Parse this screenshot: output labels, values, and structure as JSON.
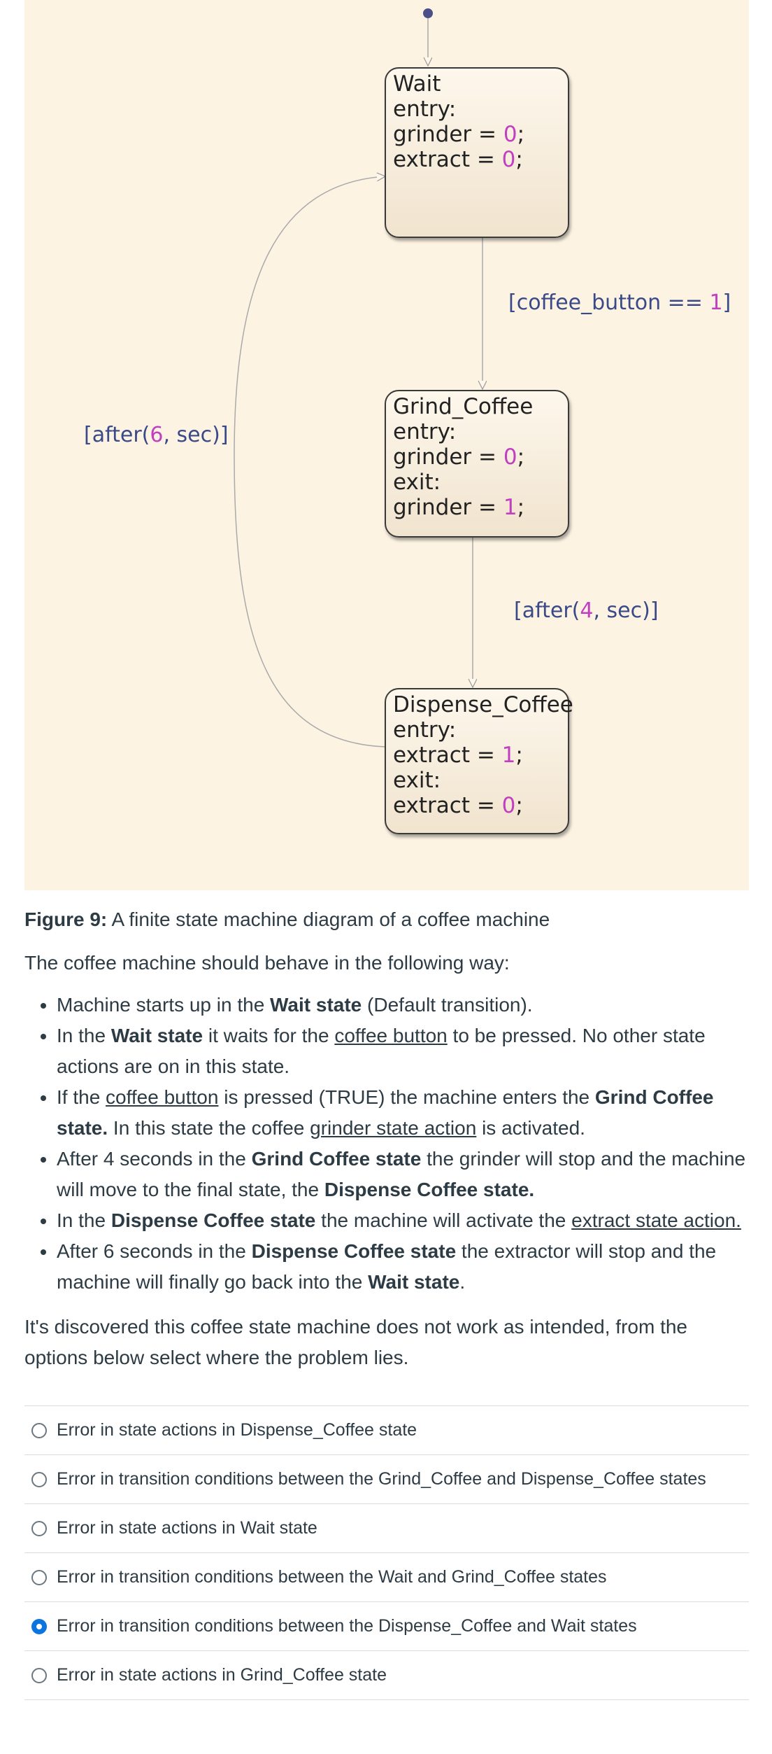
{
  "diagram": {
    "states": {
      "wait": {
        "name": "Wait",
        "l1": "entry:",
        "l2a": "grinder = ",
        "l2v": "0",
        "l3a": "extract = ",
        "l3v": "0"
      },
      "grind": {
        "name": "Grind_Coffee",
        "l1": "entry:",
        "l2a": "grinder = ",
        "l2v": "0",
        "l3": "exit:",
        "l4a": "grinder = ",
        "l4v": "1"
      },
      "dispense": {
        "name": "Dispense_Coffee",
        "l1": "entry:",
        "l2a": "extract = ",
        "l2v": "1",
        "l3": "exit:",
        "l4a": "extract = ",
        "l4v": "0"
      }
    },
    "transitions": {
      "wait_grind": {
        "a": "[coffee_button == ",
        "v": "1",
        "b": "]"
      },
      "grind_dispense": {
        "a": "[after(",
        "v": "4",
        "b": ", sec)]"
      },
      "dispense_wait": {
        "a": "[after(",
        "v": "6",
        "b": ", sec)]"
      }
    },
    "colors": {
      "background": "#fdf3e3",
      "number": "#c040c0",
      "condition": "#3a4a88"
    }
  },
  "caption": {
    "label": "Figure 9:",
    "text": " A finite state machine diagram of a coffee machine"
  },
  "intro": "The coffee machine should behave in the following way:",
  "behaviour": {
    "b1": {
      "a": "Machine starts up in the ",
      "b": "Wait state",
      "c": " (Default transition)."
    },
    "b2": {
      "a": "In the ",
      "b": "Wait state",
      "c": " it waits for the ",
      "u": "coffee button",
      "d": " to be pressed. No other state actions are on in this state."
    },
    "b3": {
      "a": "If the ",
      "u": "coffee button",
      "b": " is pressed (TRUE) the machine enters the ",
      "c": "Grind Coffee state.",
      "d": " In this state the coffee ",
      "u2": "grinder state action",
      "e": " is activated."
    },
    "b4": {
      "a": "After 4 seconds in the ",
      "b": "Grind Coffee state",
      "c": " the grinder will stop and the machine will move to the final state, the ",
      "d": "Dispense Coffee state."
    },
    "b5": {
      "a": "In the ",
      "b": "Dispense Coffee state",
      "c": " the machine will activate the ",
      "u": "extract state action."
    },
    "b6": {
      "a": "After 6 seconds in the ",
      "b": "Dispense Coffee state",
      "c": " the extractor will stop and the machine will finally go back into the ",
      "d": "Wait state",
      "e": "."
    }
  },
  "question": "It's discovered this coffee state machine does not work as intended, from the options below select where the problem lies.",
  "options": [
    {
      "label": "Error in state actions in Dispense_Coffee state",
      "selected": false
    },
    {
      "label": "Error in transition conditions between the Grind_Coffee and Dispense_Coffee states",
      "selected": false
    },
    {
      "label": "Error in state actions in Wait state",
      "selected": false
    },
    {
      "label": "Error in transition conditions between the Wait and Grind_Coffee states",
      "selected": false
    },
    {
      "label": "Error in transition conditions between the Dispense_Coffee and Wait states",
      "selected": true
    },
    {
      "label": "Error in state actions in Grind_Coffee state",
      "selected": false
    }
  ],
  "accent_color": "#0b74de"
}
